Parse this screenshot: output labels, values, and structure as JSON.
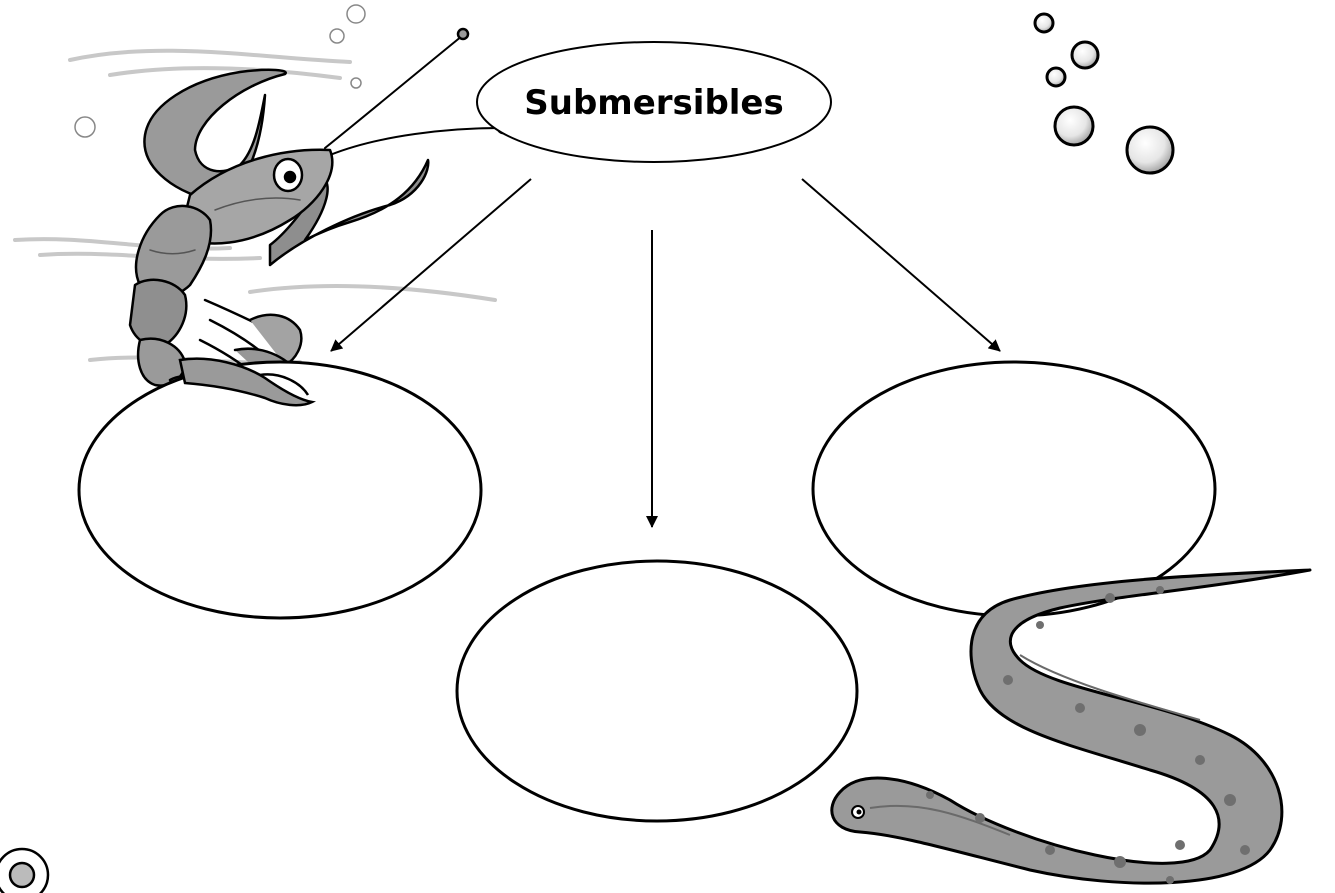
{
  "diagram": {
    "title": "Submersibles",
    "blank_bubbles": [
      {
        "name": "left",
        "text": ""
      },
      {
        "name": "center",
        "text": ""
      },
      {
        "name": "right",
        "text": ""
      }
    ],
    "illustrations": [
      "crayfish",
      "eel",
      "air-bubbles"
    ],
    "colors": {
      "stroke": "#000000",
      "creature_fill": "#9a9a9a",
      "creature_shade": "#6f6f6f",
      "current_lines": "#c4c4c4"
    }
  }
}
